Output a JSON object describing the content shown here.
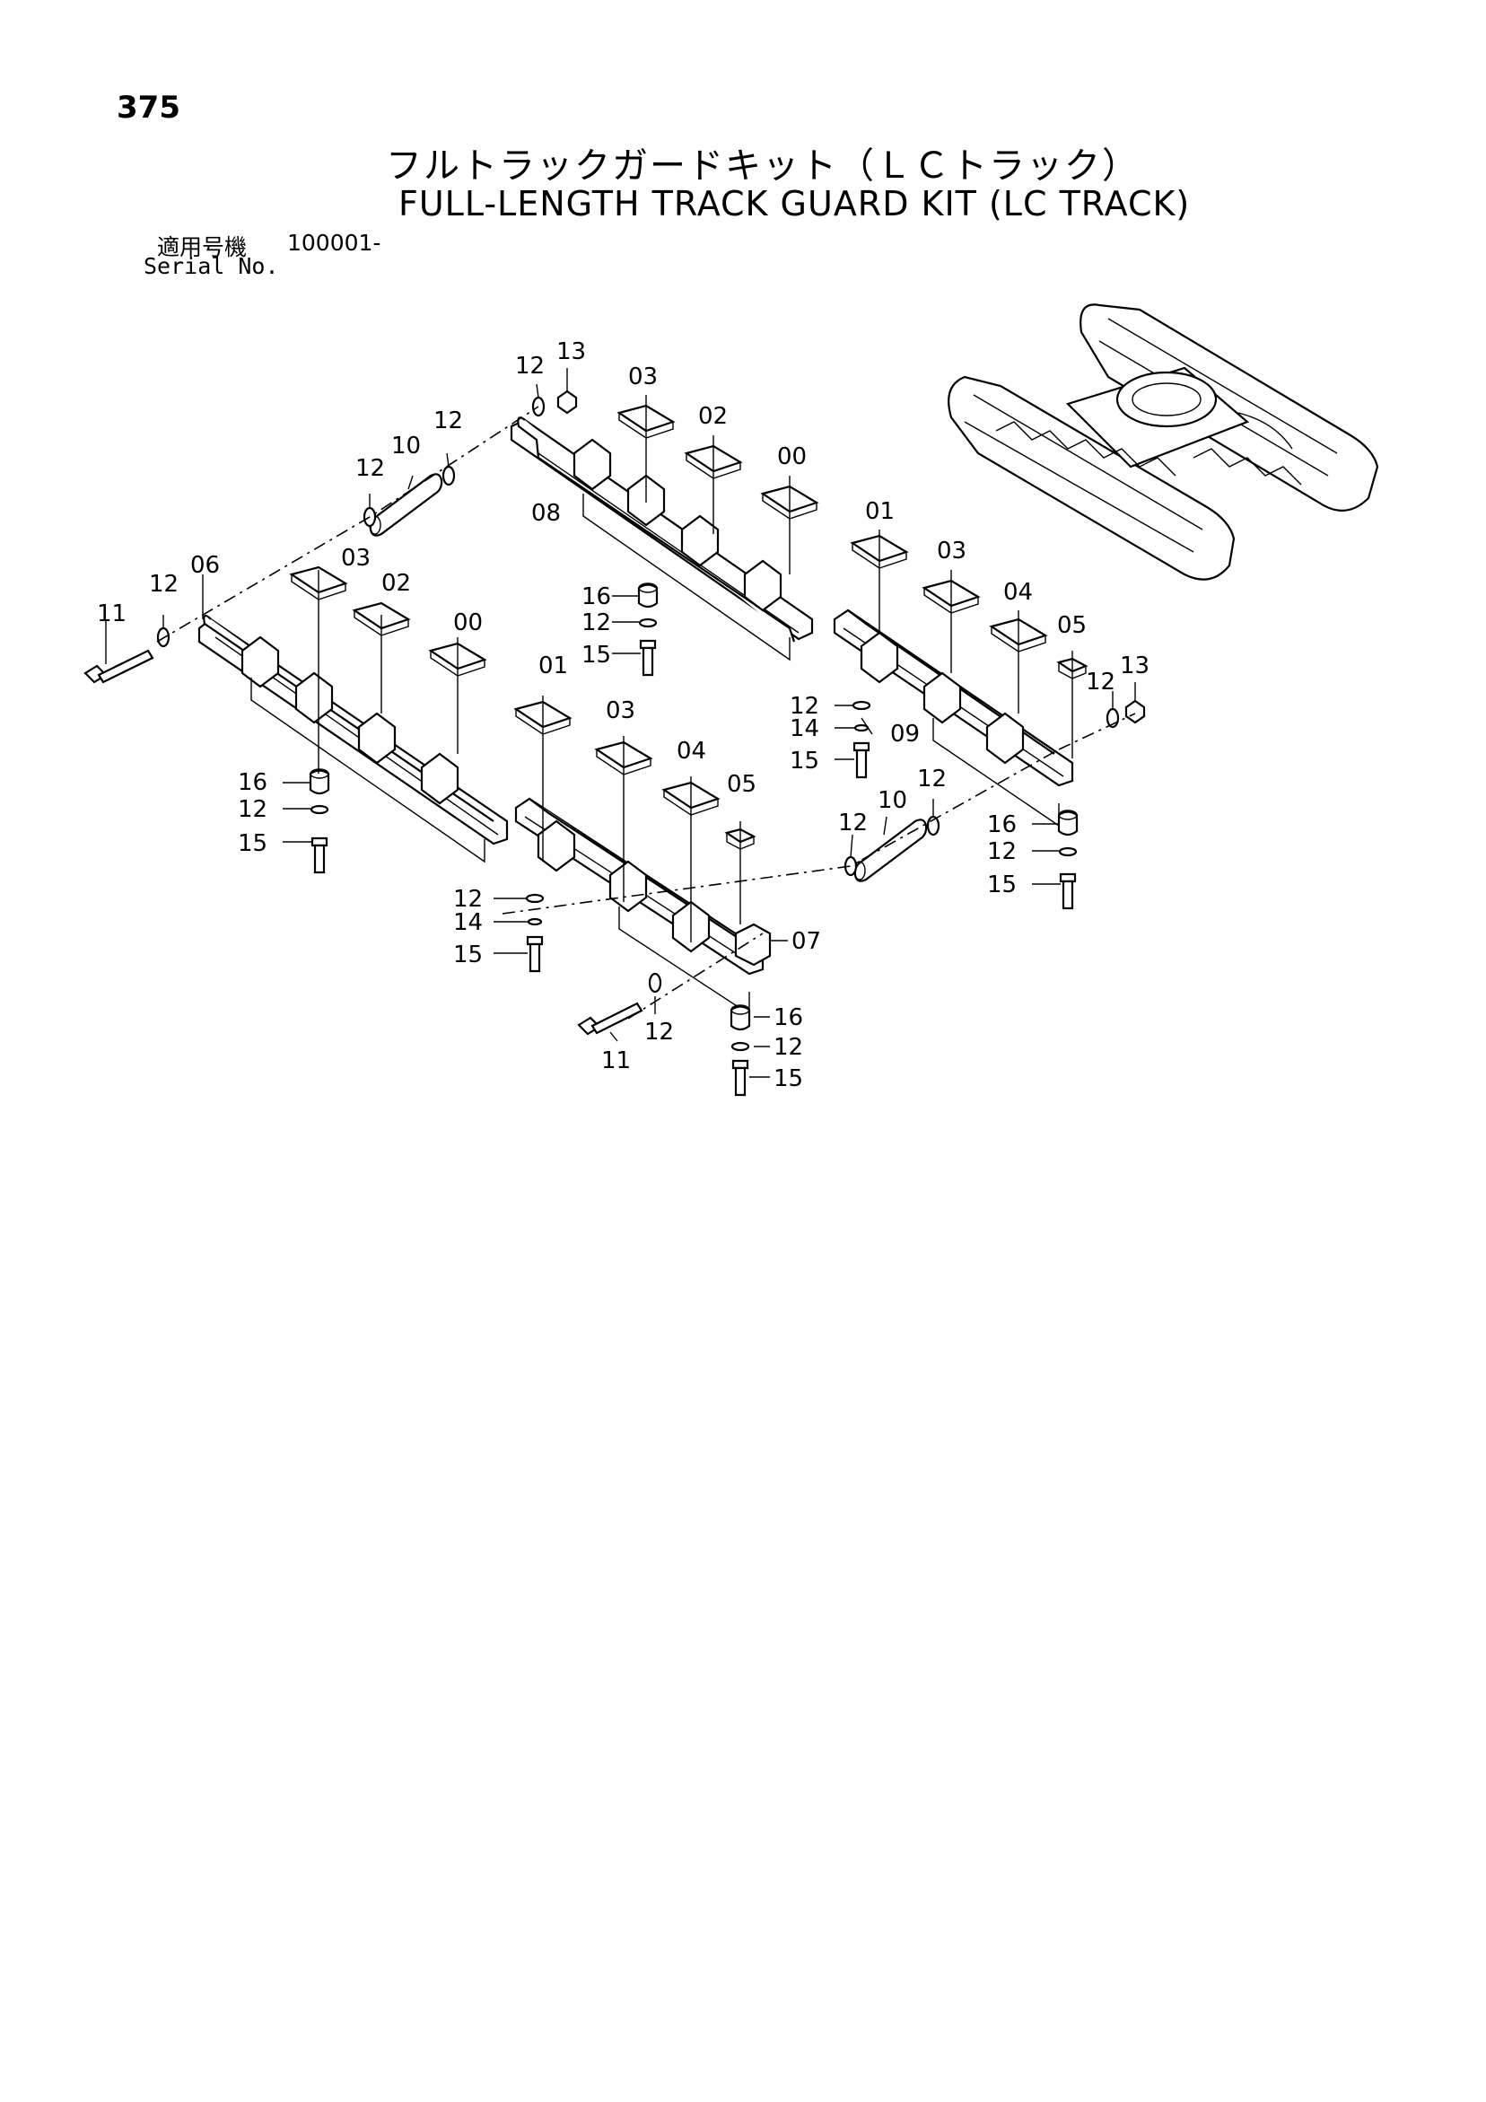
{
  "page_number": "375",
  "title_jp": "フルトラックガードキット（ＬＣトラック）",
  "title_en": "FULL-LENGTH TRACK GUARD KIT (LC TRACK)",
  "serial": {
    "label_jp": "適用号機",
    "label_en": "Serial No.",
    "value": "100001-"
  },
  "callouts": {
    "c13a": "13",
    "c12a": "12",
    "c03a": "03",
    "c02a": "02",
    "c00a": "00",
    "c12b": "12",
    "c10a": "10",
    "c12c": "12",
    "c08": "08",
    "c01a": "01",
    "c03b": "03",
    "c04a": "04",
    "c05a": "05",
    "c12d": "12",
    "c13b": "13",
    "c16a": "16",
    "c12e": "12",
    "c15a": "15",
    "c11a": "11",
    "c12f": "12",
    "c06": "06",
    "c03c": "03",
    "c02b": "02",
    "c00b": "00",
    "c12g": "12",
    "c14a": "14",
    "c15b": "15",
    "c09": "09",
    "c01b": "01",
    "c03d": "03",
    "c04b": "04",
    "c05b": "05",
    "c16b": "16",
    "c12h": "12",
    "c15c": "15",
    "c12i": "12",
    "c10b": "10",
    "c12j": "12",
    "c16c": "16",
    "c12k": "12",
    "c15d": "15",
    "c12l": "12",
    "c14b": "14",
    "c15e": "15",
    "c07": "07",
    "c11b": "11",
    "c12m": "12",
    "c16d": "16",
    "c12n": "12",
    "c15f": "15"
  }
}
